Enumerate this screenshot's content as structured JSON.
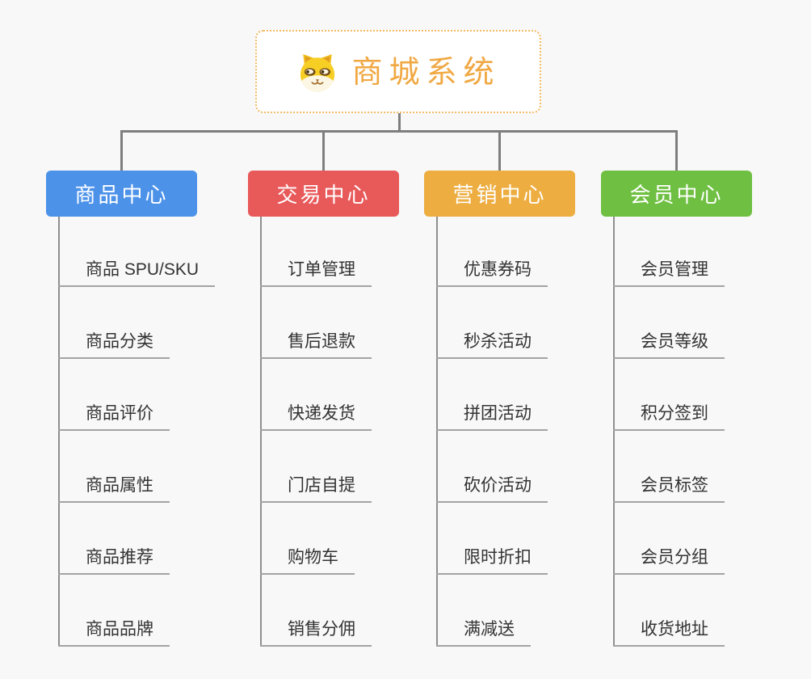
{
  "root": {
    "title": "商城系统",
    "icon": "doge-icon"
  },
  "branches": [
    {
      "label": "商品中心",
      "color": "#4c92e9",
      "items": [
        "商品 SPU/SKU",
        "商品分类",
        "商品评价",
        "商品属性",
        "商品推荐",
        "商品品牌"
      ]
    },
    {
      "label": "交易中心",
      "color": "#e8595a",
      "items": [
        "订单管理",
        "售后退款",
        "快递发货",
        "门店自提",
        "购物车",
        "销售分佣"
      ]
    },
    {
      "label": "营销中心",
      "color": "#edad40",
      "items": [
        "优惠券码",
        "秒杀活动",
        "拼团活动",
        "砍价活动",
        "限时折扣",
        "满减送"
      ]
    },
    {
      "label": "会员中心",
      "color": "#6fc042",
      "items": [
        "会员管理",
        "会员等级",
        "积分签到",
        "会员标签",
        "会员分组",
        "收货地址"
      ]
    }
  ],
  "style_colors": {
    "root_title": "#f0a843",
    "root_border": "#f3ba63",
    "connector": "#7e7e7e",
    "child_line": "#a3a3a3",
    "background": "#f8f8f8"
  }
}
